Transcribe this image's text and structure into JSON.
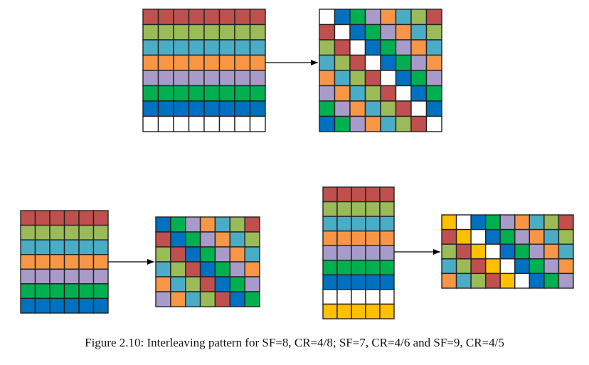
{
  "caption": "Figure 2.10: Interleaving pattern for SF=8, CR=4/8; SF=7, CR=4/6 and SF=9, CR=4/5",
  "colors": {
    "R": "#c0504d",
    "G": "#9bbb59",
    "C": "#4bacc6",
    "O": "#f79646",
    "P": "#a99bc9",
    "E": "#00b050",
    "B": "#0070c0",
    "Y": "#ffc000",
    "W": "#ffffff",
    "grid": "#222222",
    "arrow": "#000000"
  },
  "panels": [
    {
      "name": "sf8-cr48",
      "input": [
        "RRRRRRRR",
        "GGGGGGGG",
        "CCCCCCCC",
        "OOOOOOOO",
        "PPPPPPPP",
        "EEEEEEEE",
        "BBBBBBBB",
        "WWWWWWWW"
      ],
      "output": [
        "WBEPOCGR",
        "RWBEPOCG",
        "GRWBEPOC",
        "CGRWBEPO",
        "OCGRWBEP",
        "POCGRWBE",
        "EPOCGRWB",
        "BEPOCGRW"
      ]
    },
    {
      "name": "sf7-cr46",
      "input": [
        "RRRRRR",
        "GGGGGG",
        "CCCCCC",
        "OOOOOO",
        "PPPPPP",
        "EEEEEE",
        "BBBBBB"
      ],
      "output": [
        "BEPOCGR",
        "RBEPOCG",
        "GRBEPOC",
        "CGRBEPO",
        "OCGRBEP",
        "POCGRBE"
      ]
    },
    {
      "name": "sf9-cr45",
      "input": [
        "RRRRR",
        "GGGGG",
        "CCCCC",
        "OOOOO",
        "PPPPP",
        "EEEEE",
        "BBBBB",
        "WWWWW",
        "YYYYY"
      ],
      "output": [
        "YWBEPOCGR",
        "RYWBEPOCG",
        "GRYWBEPOC",
        "CGRYWBEPO",
        "OCGRYWBEP"
      ]
    }
  ]
}
